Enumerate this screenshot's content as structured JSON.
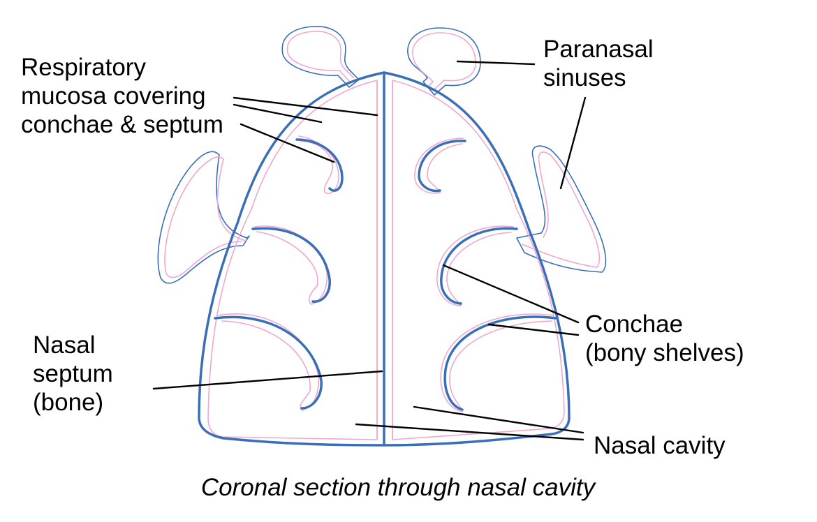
{
  "labels": {
    "respiratory_mucosa": [
      "Respiratory",
      "mucosa covering",
      "conchae & septum"
    ],
    "paranasal_sinuses": [
      "Paranasal",
      "sinuses"
    ],
    "conchae": [
      "Conchae",
      "(bony shelves)"
    ],
    "nasal_septum": [
      "Nasal",
      "septum",
      "(bone)"
    ],
    "nasal_cavity": "Nasal cavity"
  },
  "caption": "Coronal section through nasal cavity",
  "colors": {
    "bone": "#3a6fb8",
    "mucosa": "#eea8cf",
    "leader": "#000000",
    "text": "#000000",
    "background": "#ffffff"
  }
}
